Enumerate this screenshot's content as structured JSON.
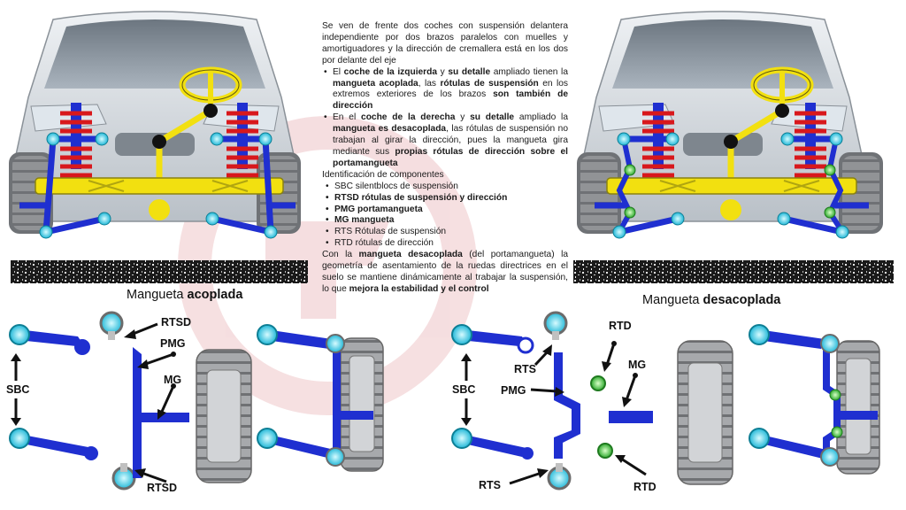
{
  "description": {
    "intro": "Se ven de frente dos coches con suspensión delantera independiente por dos brazos paralelos con muelles y amortiguadores y la dirección de cremallera está en los dos por delante del eje",
    "bullet_left": {
      "t1": "El ",
      "b1": "coche de la izquierda",
      "t2": " y ",
      "b2": "su detalle",
      "t3": " ampliado tienen la ",
      "b3": "mangueta acoplada",
      "t4": ", las ",
      "b4": "rótulas de suspensión",
      "t5": " en los extremos exteriores de los brazos ",
      "b5": "son también de dirección"
    },
    "bullet_right": {
      "t1": "En el ",
      "b1": "coche de la derecha",
      "t2": " y ",
      "b2": "su detalle",
      "t3": " ampliado la ",
      "b3": "mangueta es desacoplada",
      "t4": ", las rótulas de suspensión no trabajan al girar la dirección, pues la mangueta gira mediante sus ",
      "b4": "propias rótulas de dirección sobre el portamangueta"
    },
    "components_title": "Identificación de componentes",
    "components": [
      {
        "text": "SBC silentblocs de suspensión",
        "bold": false
      },
      {
        "text": "RTSD rótulas de suspensión  y dirección",
        "bold": true
      },
      {
        "text": "PMG portamangueta",
        "bold": true
      },
      {
        "text": "MG mangueta",
        "bold": true
      },
      {
        "text": "RTS Rótulas de suspensión",
        "bold": false
      },
      {
        "text": "RTD rótulas de dirección",
        "bold": false
      }
    ],
    "closing": {
      "t1": "Con la ",
      "b1": "mangueta desacoplada",
      "t2": " (del portamangueta) la geometría de asentamiento de la ruedas directrices en el suelo se mantiene dinámicamente al trabajar la suspensión, lo que ",
      "b2": "mejora la estabilidad y el control"
    }
  },
  "headings": {
    "left_plain": "Mangueta ",
    "left_bold": "acoplada",
    "right_plain": "Mangueta ",
    "right_bold": "desacoplada"
  },
  "labels": {
    "sbc_left": "SBC",
    "rtsd_top": "RTSD",
    "pmg_left": "PMG",
    "mg_left": "MG",
    "rtsd_bottom": "RTSD",
    "rtd_top": "RTD",
    "rts_top": "RTS",
    "mg_right": "MG",
    "sbc_right": "SBC",
    "pmg_right": "PMG",
    "rts_bottom": "RTS",
    "rtd_bottom": "RTD"
  },
  "colors": {
    "arm_blue": "#1f2fd0",
    "ball_cyan": "#35d6f0",
    "ball_green": "#3ccf3c",
    "spring_red": "#d8181c",
    "steering_yellow": "#f2e010",
    "tire_gray": "#9a9c9f",
    "car_silver": "#cdd3d9"
  }
}
